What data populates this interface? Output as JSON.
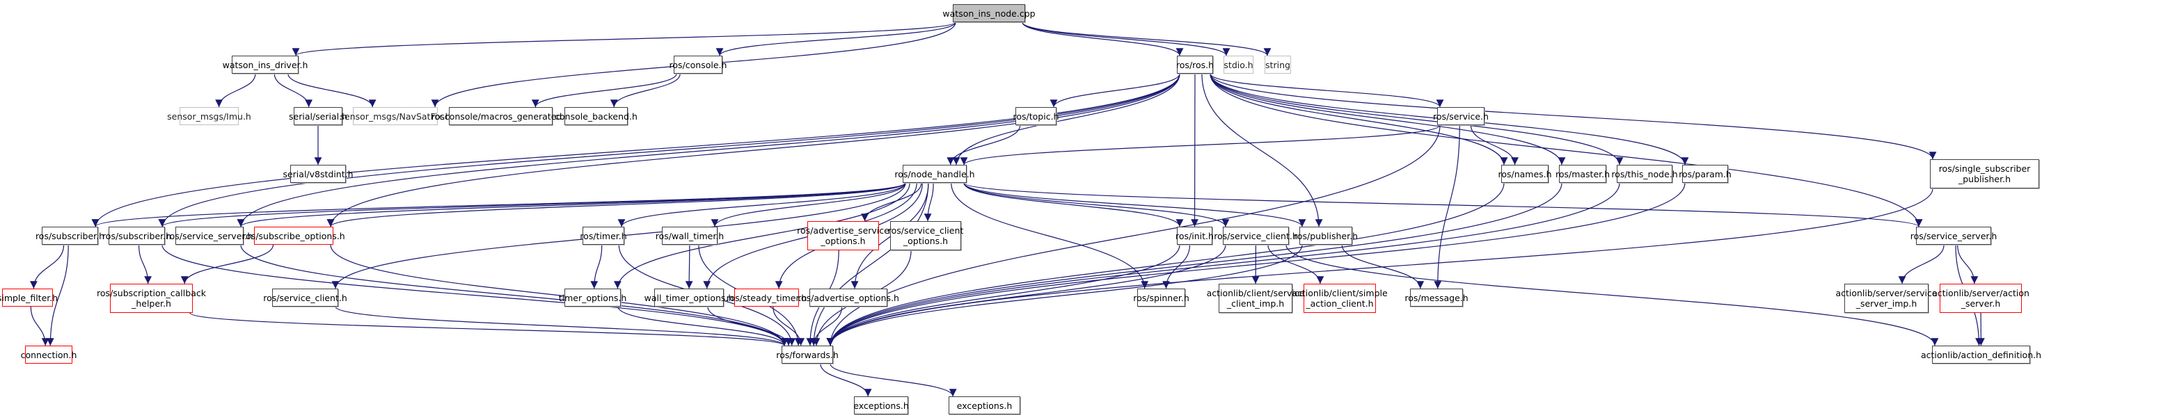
{
  "title": "watson_ins_node.cpp include dependency graph",
  "colors": {
    "edge": "#191970",
    "truncated_border": "#ff0000",
    "external_border": "#bfbfbf",
    "root_fill": "#bfbfbf"
  },
  "nodes": [
    {
      "id": "root",
      "label": "watson_ins_node.cpp",
      "kind": "root"
    },
    {
      "id": "driver",
      "label": "watson_ins_driver.h",
      "kind": "normal"
    },
    {
      "id": "console",
      "label": "ros/console.h",
      "kind": "normal"
    },
    {
      "id": "ros",
      "label": "ros/ros.h",
      "kind": "normal"
    },
    {
      "id": "stdio",
      "label": "stdio.h",
      "kind": "external"
    },
    {
      "id": "string",
      "label": "string",
      "kind": "external"
    },
    {
      "id": "imu",
      "label": "sensor_msgs/Imu.h",
      "kind": "external"
    },
    {
      "id": "serial",
      "label": "serial/serial.h",
      "kind": "normal"
    },
    {
      "id": "navsat",
      "label": "sensor_msgs/NavSatFix.h",
      "kind": "external"
    },
    {
      "id": "macros",
      "label": "rosconsole/macros_generated.h",
      "kind": "normal"
    },
    {
      "id": "backend",
      "label": "console_backend.h",
      "kind": "normal"
    },
    {
      "id": "v8",
      "label": "serial/v8stdint.h",
      "kind": "normal"
    },
    {
      "id": "topic",
      "label": "ros/topic.h",
      "kind": "normal"
    },
    {
      "id": "service",
      "label": "ros/service.h",
      "kind": "normal"
    },
    {
      "id": "nodehandle",
      "label": "ros/node_handle.h",
      "kind": "normal"
    },
    {
      "id": "names",
      "label": "ros/names.h",
      "kind": "normal"
    },
    {
      "id": "master",
      "label": "ros/master.h",
      "kind": "normal"
    },
    {
      "id": "thisnode",
      "label": "ros/this_node.h",
      "kind": "normal"
    },
    {
      "id": "param",
      "label": "ros/param.h",
      "kind": "normal"
    },
    {
      "id": "single",
      "label": "ros/single_subscriber\n_publisher.h",
      "kind": "normal"
    },
    {
      "id": "sub1",
      "label": "ros/subscriber.h",
      "kind": "normal"
    },
    {
      "id": "sub2",
      "label": "ros/subscriber.h",
      "kind": "normal"
    },
    {
      "id": "srvserver1",
      "label": "ros/service_server.h",
      "kind": "normal"
    },
    {
      "id": "subopts",
      "label": "ros/subscribe_options.h",
      "kind": "truncated"
    },
    {
      "id": "timer",
      "label": "ros/timer.h",
      "kind": "normal"
    },
    {
      "id": "walltimer",
      "label": "ros/wall_timer.h",
      "kind": "normal"
    },
    {
      "id": "advsrvopts",
      "label": "ros/advertise_service\n_options.h",
      "kind": "truncated"
    },
    {
      "id": "srvclientopts",
      "label": "ros/service_client\n_options.h",
      "kind": "normal"
    },
    {
      "id": "init",
      "label": "ros/init.h",
      "kind": "normal"
    },
    {
      "id": "srvclient1",
      "label": "ros/service_client.h",
      "kind": "normal"
    },
    {
      "id": "publisher",
      "label": "ros/publisher.h",
      "kind": "normal"
    },
    {
      "id": "srvserver2",
      "label": "ros/service_server.h",
      "kind": "normal"
    },
    {
      "id": "simplefilter",
      "label": "simple_filter.h",
      "kind": "truncated"
    },
    {
      "id": "subcb",
      "label": "ros/subscription_callback\n_helper.h",
      "kind": "truncated"
    },
    {
      "id": "srvclient2",
      "label": "ros/service_client.h",
      "kind": "normal"
    },
    {
      "id": "timeropts",
      "label": "timer_options.h",
      "kind": "normal"
    },
    {
      "id": "walltimeropts",
      "label": "wall_timer_options.h",
      "kind": "normal"
    },
    {
      "id": "steady",
      "label": "ros/steady_timer.h",
      "kind": "truncated"
    },
    {
      "id": "advopts",
      "label": "ros/advertise_options.h",
      "kind": "normal"
    },
    {
      "id": "spinner",
      "label": "ros/spinner.h",
      "kind": "normal"
    },
    {
      "id": "clientimp",
      "label": "actionlib/client/service\n_client_imp.h",
      "kind": "normal"
    },
    {
      "id": "simpleclient",
      "label": "actionlib/client/simple\n_action_client.h",
      "kind": "truncated"
    },
    {
      "id": "message",
      "label": "ros/message.h",
      "kind": "normal"
    },
    {
      "id": "serverimp",
      "label": "actionlib/server/service\n_server_imp.h",
      "kind": "normal"
    },
    {
      "id": "actionserver",
      "label": "actionlib/server/action\n_server.h",
      "kind": "truncated"
    },
    {
      "id": "connection",
      "label": "connection.h",
      "kind": "truncated"
    },
    {
      "id": "forwards",
      "label": "ros/forwards.h",
      "kind": "normal"
    },
    {
      "id": "actiondef",
      "label": "actionlib/action_definition.h",
      "kind": "normal"
    },
    {
      "id": "exc1",
      "label": "exceptions.h",
      "kind": "normal"
    },
    {
      "id": "exc2",
      "label": "exceptions.h",
      "kind": "normal"
    }
  ],
  "edges": [
    [
      "root",
      "driver"
    ],
    [
      "root",
      "console"
    ],
    [
      "root",
      "ros"
    ],
    [
      "root",
      "stdio"
    ],
    [
      "root",
      "string"
    ],
    [
      "root",
      "navsat"
    ],
    [
      "driver",
      "imu"
    ],
    [
      "driver",
      "serial"
    ],
    [
      "driver",
      "navsat"
    ],
    [
      "console",
      "macros"
    ],
    [
      "console",
      "backend"
    ],
    [
      "serial",
      "v8"
    ],
    [
      "ros",
      "topic"
    ],
    [
      "ros",
      "nodehandle"
    ],
    [
      "ros",
      "service"
    ],
    [
      "ros",
      "names"
    ],
    [
      "ros",
      "master"
    ],
    [
      "ros",
      "thisnode"
    ],
    [
      "ros",
      "param"
    ],
    [
      "ros",
      "single"
    ],
    [
      "ros",
      "srvserver2"
    ],
    [
      "ros",
      "init"
    ],
    [
      "ros",
      "publisher"
    ],
    [
      "ros",
      "sub1"
    ],
    [
      "ros",
      "sub2"
    ],
    [
      "ros",
      "srvserver1"
    ],
    [
      "ros",
      "subopts"
    ],
    [
      "topic",
      "nodehandle"
    ],
    [
      "service",
      "nodehandle"
    ],
    [
      "service",
      "names"
    ],
    [
      "service",
      "message"
    ],
    [
      "service",
      "forwards"
    ],
    [
      "nodehandle",
      "sub1"
    ],
    [
      "nodehandle",
      "sub2"
    ],
    [
      "nodehandle",
      "srvserver1"
    ],
    [
      "nodehandle",
      "subopts"
    ],
    [
      "nodehandle",
      "timer"
    ],
    [
      "nodehandle",
      "walltimer"
    ],
    [
      "nodehandle",
      "advsrvopts"
    ],
    [
      "nodehandle",
      "srvclientopts"
    ],
    [
      "nodehandle",
      "init"
    ],
    [
      "nodehandle",
      "srvclient1"
    ],
    [
      "nodehandle",
      "publisher"
    ],
    [
      "nodehandle",
      "srvserver2"
    ],
    [
      "nodehandle",
      "srvclient2"
    ],
    [
      "nodehandle",
      "timeropts"
    ],
    [
      "nodehandle",
      "walltimeropts"
    ],
    [
      "nodehandle",
      "steady"
    ],
    [
      "nodehandle",
      "advopts"
    ],
    [
      "nodehandle",
      "spinner"
    ],
    [
      "nodehandle",
      "forwards"
    ],
    [
      "names",
      "forwards"
    ],
    [
      "master",
      "forwards"
    ],
    [
      "thisnode",
      "forwards"
    ],
    [
      "param",
      "forwards"
    ],
    [
      "single",
      "forwards"
    ],
    [
      "sub1",
      "simplefilter"
    ],
    [
      "sub1",
      "connection"
    ],
    [
      "simplefilter",
      "connection"
    ],
    [
      "sub2",
      "subcb"
    ],
    [
      "sub2",
      "forwards"
    ],
    [
      "srvserver1",
      "forwards"
    ],
    [
      "subopts",
      "subcb"
    ],
    [
      "subopts",
      "forwards"
    ],
    [
      "subcb",
      "forwards"
    ],
    [
      "timer",
      "timeropts"
    ],
    [
      "timer",
      "forwards"
    ],
    [
      "walltimer",
      "walltimeropts"
    ],
    [
      "walltimer",
      "forwards"
    ],
    [
      "advsrvopts",
      "forwards"
    ],
    [
      "srvclientopts",
      "forwards"
    ],
    [
      "init",
      "spinner"
    ],
    [
      "init",
      "forwards"
    ],
    [
      "srvclient1",
      "clientimp"
    ],
    [
      "srvclient1",
      "simpleclient"
    ],
    [
      "srvclient1",
      "actiondef"
    ],
    [
      "srvclient1",
      "forwards"
    ],
    [
      "publisher",
      "message"
    ],
    [
      "publisher",
      "forwards"
    ],
    [
      "srvserver2",
      "serverimp"
    ],
    [
      "srvserver2",
      "actionserver"
    ],
    [
      "srvserver2",
      "actiondef"
    ],
    [
      "actionserver",
      "actiondef"
    ],
    [
      "srvclient2",
      "forwards"
    ],
    [
      "timeropts",
      "forwards"
    ],
    [
      "walltimeropts",
      "forwards"
    ],
    [
      "steady",
      "forwards"
    ],
    [
      "advopts",
      "forwards"
    ],
    [
      "forwards",
      "exc1"
    ],
    [
      "forwards",
      "exc2"
    ]
  ]
}
